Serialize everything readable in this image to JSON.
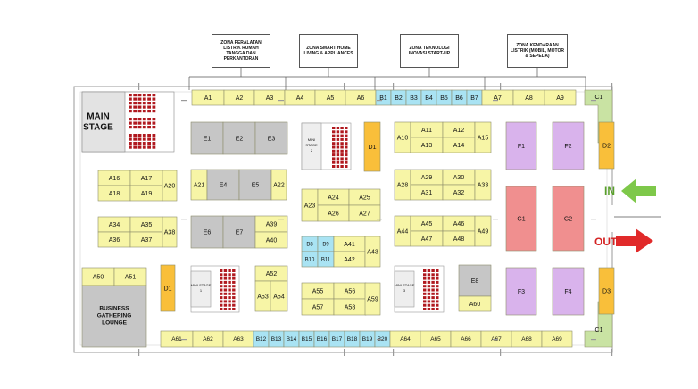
{
  "zones": [
    {
      "text": "ZONA PERALATAN LISTRIK RUMAH TANGGA DAN PERKANTORAN"
    },
    {
      "text": "ZONA SMART HOME LIVING & APPLIANCES"
    },
    {
      "text": "ZONA TEKNOLOGI INOVASI START-UP"
    },
    {
      "text": "ZONA KENDARAAN LISTRIK (MOBIL, MOTOR & SEPEDA)"
    }
  ],
  "labels": {
    "main_stage": "MAIN STAGE",
    "business_lounge": "BUSINESS GATHERING LOUNGE",
    "mini_stage_1": "MINI STAGE 1",
    "mini_stage_2": "MINI STAGE 2",
    "mini_stage_3": "MINI STAGE 3",
    "in": "IN",
    "out": "OUT"
  },
  "colors": {
    "yellow": "#f7f5a6",
    "blue": "#a9e3f3",
    "gray": "#c6c6c6",
    "orange": "#f9bf3a",
    "purple": "#d9b3ec",
    "red": "#f08f8f",
    "green": "#c9e3a3",
    "seat": "#b0191f",
    "in_arrow": "#7ec84a",
    "out_arrow": "#e12a2a"
  },
  "booths": {
    "top_row": [
      "A1",
      "A2",
      "A3",
      "A4",
      "A5",
      "A6",
      "B1",
      "B2",
      "B3",
      "B4",
      "B5",
      "B6",
      "B7",
      "A7",
      "A8",
      "A9"
    ],
    "bottom_row": [
      "A61",
      "A62",
      "A63",
      "B12",
      "B13",
      "B14",
      "B15",
      "B16",
      "B17",
      "B18",
      "B19",
      "B20",
      "A64",
      "A65",
      "A66",
      "A67",
      "A68",
      "A69"
    ],
    "e_block": [
      "E1",
      "E2",
      "E3"
    ],
    "left_block_1": [
      "A16",
      "A17",
      "A18",
      "A19"
    ],
    "left_block_2": [
      "A34",
      "A35",
      "A36",
      "A37"
    ],
    "a50_a51": [
      "A50",
      "A51"
    ],
    "e4_group": [
      "A21",
      "E4",
      "E5",
      "A22"
    ],
    "e6_group": [
      "E6",
      "E7",
      "A39",
      "A40"
    ],
    "mid_a24": [
      "A24",
      "A25",
      "A26",
      "A27"
    ],
    "b_small": [
      "B8",
      "B9",
      "B10",
      "B11"
    ],
    "mid_a41": [
      "A41",
      "A42"
    ],
    "mid_a55": [
      "A55",
      "A56",
      "A57",
      "A58"
    ],
    "a52_group": [
      "A52",
      "A53",
      "A54"
    ],
    "right_a11": [
      "A11",
      "A12",
      "A13",
      "A14"
    ],
    "right_a29": [
      "A29",
      "A30",
      "A31",
      "A32"
    ],
    "right_a45": [
      "A45",
      "A46",
      "A47",
      "A48"
    ],
    "singles": [
      "A10",
      "A15",
      "A20",
      "A23",
      "A28",
      "A33",
      "A38",
      "A43",
      "A44",
      "A49",
      "A59",
      "E8",
      "A60"
    ],
    "d_booths": [
      "D1",
      "D1",
      "D2",
      "D3"
    ],
    "f_booths": [
      "F1",
      "F2",
      "F3",
      "F4"
    ],
    "g_booths": [
      "G1",
      "G2"
    ],
    "c_booths": [
      "C1",
      "C1"
    ]
  }
}
